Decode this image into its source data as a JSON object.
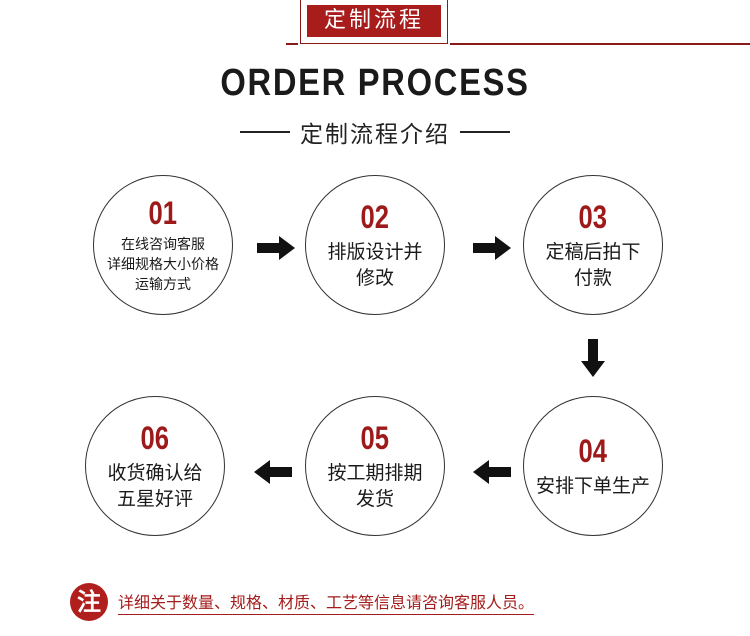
{
  "header": {
    "badge_title": "定制流程",
    "heading": "ORDER PROCESS",
    "subheading": "定制流程介绍"
  },
  "steps": [
    {
      "number": "01",
      "text": "在线咨询客服\n详细规格大小价格\n运输方式"
    },
    {
      "number": "02",
      "text": "排版设计并\n修改"
    },
    {
      "number": "03",
      "text": "定稿后拍下\n付款"
    },
    {
      "number": "04",
      "text": "安排下单生产"
    },
    {
      "number": "05",
      "text": "按工期排期\n发货"
    },
    {
      "number": "06",
      "text": "收货确认给\n五星好评"
    }
  ],
  "note": {
    "badge": "注",
    "text": "详细关于数量、规格、材质、工艺等信息请咨询客服人员。"
  },
  "colors": {
    "accent_red": "#a81c1c",
    "text_dark": "#1a1a1a"
  },
  "icons": [
    "arrow-right-icon",
    "arrow-down-icon",
    "arrow-left-icon"
  ]
}
